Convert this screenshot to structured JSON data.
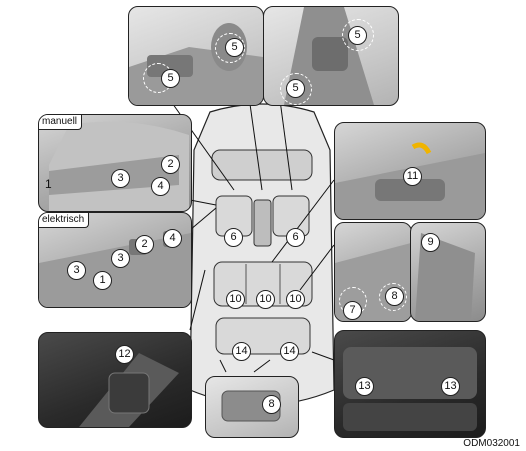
{
  "labels": {
    "manual": "manuell",
    "electric": "elektrisch",
    "figure_code": "ODM032001"
  },
  "callouts": {
    "c1": "1",
    "c2": "2",
    "c3": "3",
    "c4": "4",
    "c5": "5",
    "c6": "6",
    "c7": "7",
    "c8": "8",
    "c9": "9",
    "c10": "10",
    "c11": "11",
    "c12": "12",
    "c13": "13",
    "c14": "14"
  },
  "colors": {
    "outline": "#222222",
    "panel_gray": "#a9a9a9",
    "panel_dark": "#2a2a2a",
    "callout_fill": "#ffffff"
  }
}
